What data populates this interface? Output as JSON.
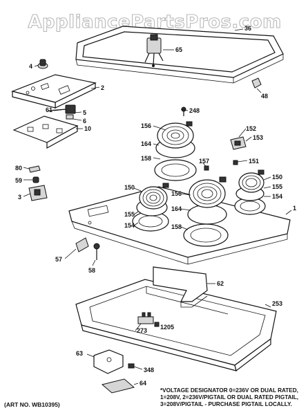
{
  "watermark": "AppliancePartsPros.com",
  "art_number": "(ART NO. WB10395)",
  "voltage_note": [
    "*VOLTAGE DESIGNATOR 0=236V OR DUAL RATED,",
    "1=208V, 2=236V/PIGTAIL OR DUAL RATED PIGTAIL,",
    "3=208V/PIGTAIL - PURCHASE PIGTAIL LOCALLY."
  ],
  "callouts": {
    "p4": "4",
    "p2": "2",
    "p61": "61",
    "p5": "5",
    "p6": "6",
    "p10": "10",
    "p36": "36",
    "p65": "65",
    "p48": "48",
    "p248": "248",
    "p156a": "156",
    "p164a": "164",
    "p158a": "158",
    "p152": "152",
    "p153": "153",
    "p151": "151",
    "p157": "157",
    "p80": "80",
    "p59": "59",
    "p3": "3",
    "p150a": "150",
    "p155a": "155",
    "p154a": "154",
    "p156b": "156",
    "p164b": "164",
    "p158b": "158",
    "p150b": "150",
    "p155b": "155",
    "p154b": "154",
    "p1": "1",
    "p57": "57",
    "p58": "58",
    "p62": "62",
    "p253": "253",
    "p273": "273",
    "p1205": "1205",
    "p63": "63",
    "p348": "348",
    "p64": "64"
  }
}
